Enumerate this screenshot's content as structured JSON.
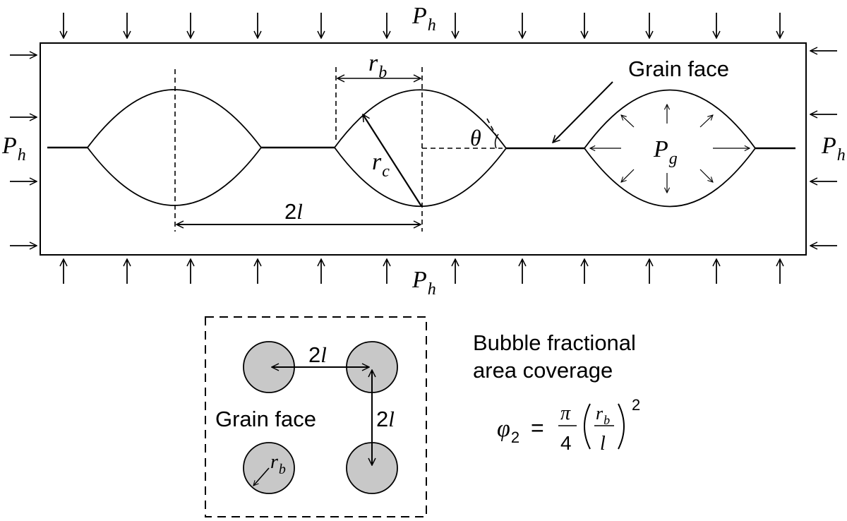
{
  "top_diagram": {
    "pressure_symbol": "P",
    "pressure_sub": "h",
    "grain_face_label": "Grain face",
    "bubble_radius_symbol": "r",
    "bubble_radius_sub": "b",
    "curvature_radius_symbol": "r",
    "curvature_radius_sub": "c",
    "angle_symbol": "θ",
    "gas_pressure_symbol": "P",
    "gas_pressure_sub": "g",
    "spacing_coef": "2",
    "spacing_var": "l"
  },
  "bottom_diagram": {
    "grain_face_label": "Grain face",
    "spacing_coef": "2",
    "spacing_var": "l",
    "bubble_radius_symbol": "r",
    "bubble_radius_sub": "b"
  },
  "formula": {
    "title_line1": "Bubble fractional",
    "title_line2": "area coverage",
    "lhs_symbol": "φ",
    "lhs_sub": "2",
    "equals": "=",
    "pi": "π",
    "four": "4",
    "r_symbol": "r",
    "r_sub": "b",
    "l_symbol": "l",
    "exponent": "2"
  },
  "colors": {
    "line": "#000000",
    "bubble_fill": "#c8c8c8"
  }
}
